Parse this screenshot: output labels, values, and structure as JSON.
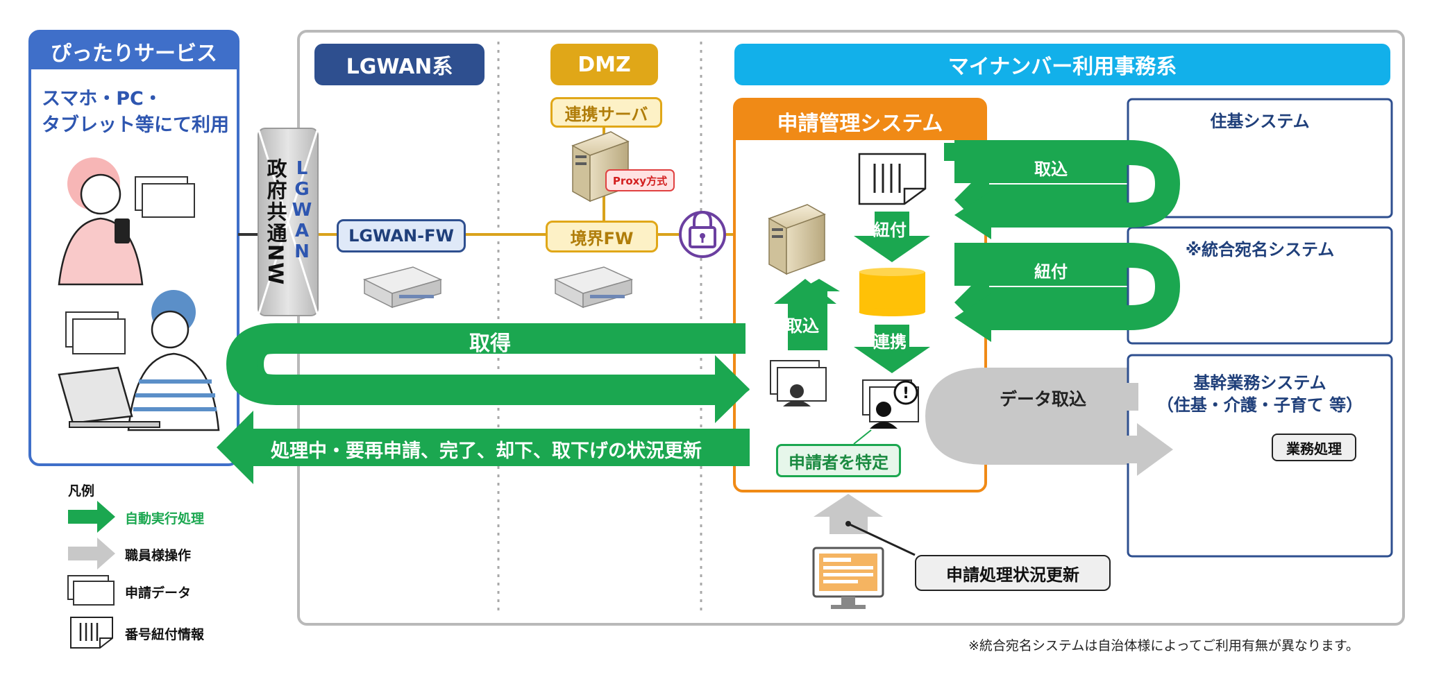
{
  "pittari": {
    "title": "ぴったりサービス",
    "usage_line1": "スマホ・PC・",
    "usage_line2": "タブレット等にて利用"
  },
  "gov_network": {
    "label_vertical_jp": "政府共通NW",
    "label_vertical_en": "LGWAN"
  },
  "zones": {
    "lgwan": "LGWAN系",
    "dmz": "DMZ",
    "mynumber": "マイナンバー利用事務系"
  },
  "dmz": {
    "relay_server": "連携サーバ",
    "proxy": "Proxy方式",
    "border_fw": "境界FW"
  },
  "lgwan_fw": "LGWAN-FW",
  "app_mgmt": {
    "title": "申請管理システム",
    "link_down": "紐付",
    "relay_down": "連携",
    "import_up": "取込",
    "identify": "申請者を特定"
  },
  "systems": {
    "juki": "住基システム",
    "togo": "※統合宛名システム",
    "kikan_line1": "基幹業務システム",
    "kikan_line2": "（住基・介護・子育て 等）",
    "business": "業務処理"
  },
  "arrows": {
    "import_juki": "取込",
    "link_togo": "紐付",
    "data_import": "データ取込",
    "acquire": "取得",
    "status_update": "処理中・要再申請、完了、却下、取下げの状況更新",
    "app_status_update": "申請処理状況更新"
  },
  "legend": {
    "title": "凡例",
    "auto": "自動実行処理",
    "staff": "職員様操作",
    "app_data": "申請データ",
    "link_info": "番号紐付情報"
  },
  "footnote": "※統合宛名システムは自治体様によってご利用有無が異なります。",
  "colors": {
    "green": "#1ba750",
    "gray": "#c8c8c8",
    "navy": "#2e4f8f",
    "blue_header": "#3f6fc9",
    "cyan": "#12b0ea",
    "orange": "#f08a16",
    "gold": "#e0a718",
    "purple": "#6b3fa0"
  }
}
